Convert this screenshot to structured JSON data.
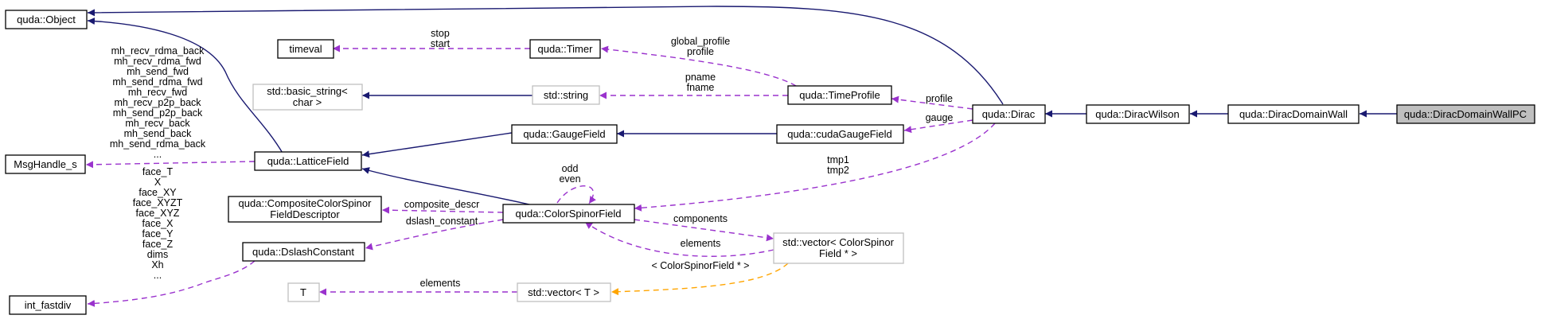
{
  "colors": {
    "inheritance": "#191970",
    "usage": "#9a32cd",
    "template": "#ffa500",
    "node_border": "#000000",
    "node_border_external": "#bfbfbf",
    "highlight_fill": "#bfbfbf"
  },
  "nodes": {
    "object": {
      "label": [
        "quda::Object"
      ]
    },
    "timeval": {
      "label": [
        "timeval"
      ]
    },
    "timer": {
      "label": [
        "quda::Timer"
      ]
    },
    "basic_string": {
      "label": [
        "std::basic_string<",
        "char >"
      ]
    },
    "string": {
      "label": [
        "std::string"
      ]
    },
    "timeprofile": {
      "label": [
        "quda::TimeProfile"
      ]
    },
    "msghandle": {
      "label": [
        "MsgHandle_s"
      ]
    },
    "latticefield": {
      "label": [
        "quda::LatticeField"
      ]
    },
    "gaugefield": {
      "label": [
        "quda::GaugeField"
      ]
    },
    "cudagaugefield": {
      "label": [
        "quda::cudaGaugeField"
      ]
    },
    "dirac": {
      "label": [
        "quda::Dirac"
      ]
    },
    "diracwilson": {
      "label": [
        "quda::DiracWilson"
      ]
    },
    "diracdw": {
      "label": [
        "quda::DiracDomainWall"
      ]
    },
    "diracdwpc": {
      "label": [
        "quda::DiracDomainWallPC"
      ]
    },
    "composite": {
      "label": [
        "quda::CompositeColorSpinor",
        "FieldDescriptor"
      ]
    },
    "colorspinor": {
      "label": [
        "quda::ColorSpinorField"
      ]
    },
    "dslash": {
      "label": [
        "quda::DslashConstant"
      ]
    },
    "vector_csf": {
      "label": [
        "std::vector< ColorSpinor",
        "Field * >"
      ]
    },
    "intfastdiv": {
      "label": [
        "int_fastdiv"
      ]
    },
    "T": {
      "label": [
        "T"
      ]
    },
    "vector_T": {
      "label": [
        "std::vector< T >"
      ]
    }
  },
  "edge_labels": {
    "timer_timeval": [
      "stop",
      "start"
    ],
    "timeprofile_timer": [
      "global_profile",
      "profile"
    ],
    "timeprofile_string": [
      "pname",
      "fname"
    ],
    "dirac_timeprofile": [
      "profile"
    ],
    "dirac_cudagauge": [
      "gauge"
    ],
    "latticefield_msghandle": [
      "mh_recv_rdma_back",
      "mh_recv_rdma_fwd",
      "mh_send_fwd",
      "mh_send_rdma_fwd",
      "mh_recv_fwd",
      "mh_recv_p2p_back",
      "mh_send_p2p_back",
      "mh_recv_back",
      "mh_send_back",
      "mh_send_rdma_back",
      "..."
    ],
    "colorspinor_self": [
      "odd",
      "even"
    ],
    "dirac_colorspinor": [
      "tmp1",
      "tmp2"
    ],
    "colorspinor_composite": [
      "composite_descr"
    ],
    "colorspinor_dslash": [
      "dslash_constant"
    ],
    "colorspinor_vector": [
      "components"
    ],
    "vector_colorspinor": [
      "elements"
    ],
    "vector_template": [
      "< ColorSpinorField * >"
    ],
    "dslash_intfastdiv": [
      "face_T",
      "X",
      "face_XY",
      "face_XYZT",
      "face_XYZ",
      "face_X",
      "face_Y",
      "face_Z",
      "dims",
      "Xh",
      "..."
    ],
    "vectorT_T": [
      "elements"
    ]
  }
}
